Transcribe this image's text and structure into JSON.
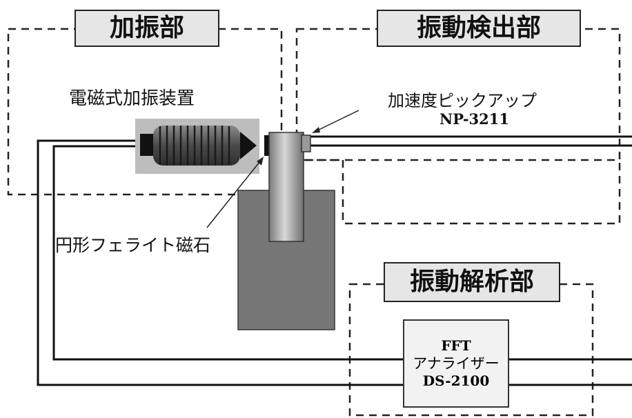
{
  "sections": {
    "excitation": {
      "title": "加振部"
    },
    "detection": {
      "title": "振動検出部"
    },
    "analysis": {
      "title": "振動解析部"
    }
  },
  "components": {
    "shaker_label": "電磁式加振装置",
    "accelerometer_label": "加速度ピックアップ",
    "accelerometer_model": "NP-3211",
    "magnet_label": "円形フェライト磁石",
    "analyzer": {
      "line1": "FFT",
      "line2": "アナライザー",
      "line3": "DS-2100"
    }
  },
  "colors": {
    "shaker_background": "#bdbdbd",
    "coil": "#5a5a5a",
    "magnet_block": "#777777",
    "rod": "#a8a8a8",
    "title_background": "#e6e6e6",
    "analyzer_background": "#f2f2f2"
  }
}
